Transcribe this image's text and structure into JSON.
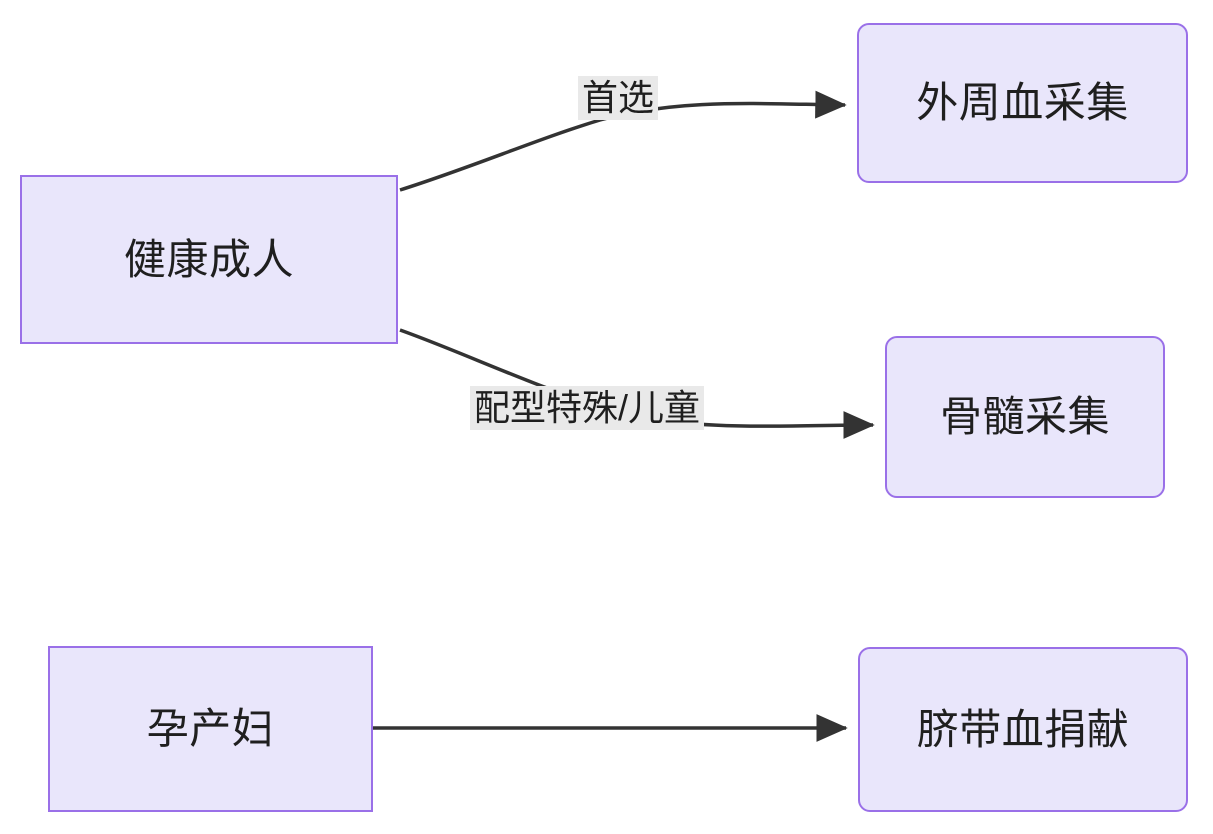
{
  "diagram": {
    "type": "flowchart",
    "direction": "left-to-right",
    "background_color": "#ffffff",
    "node_fill_color": "#e9e6fb",
    "node_border_color": "#9a70e8",
    "edge_color": "#333333",
    "edge_label_background": "#e9e9e9",
    "text_color": "#1f1f1f",
    "nodes": [
      {
        "id": "healthy-adult",
        "label": "健康成人",
        "shape": "rectangle"
      },
      {
        "id": "peripheral-blood",
        "label": "外周血采集",
        "shape": "rounded-rectangle"
      },
      {
        "id": "bone-marrow",
        "label": "骨髓采集",
        "shape": "rounded-rectangle"
      },
      {
        "id": "pregnant-woman",
        "label": "孕产妇",
        "shape": "rectangle"
      },
      {
        "id": "cord-blood",
        "label": "脐带血捐献",
        "shape": "rounded-rectangle"
      }
    ],
    "edges": [
      {
        "from": "healthy-adult",
        "to": "peripheral-blood",
        "label": "首选",
        "style": "curved-arrow"
      },
      {
        "from": "healthy-adult",
        "to": "bone-marrow",
        "label": "配型特殊/儿童",
        "style": "curved-arrow"
      },
      {
        "from": "pregnant-woman",
        "to": "cord-blood",
        "label": "",
        "style": "straight-arrow"
      }
    ]
  }
}
